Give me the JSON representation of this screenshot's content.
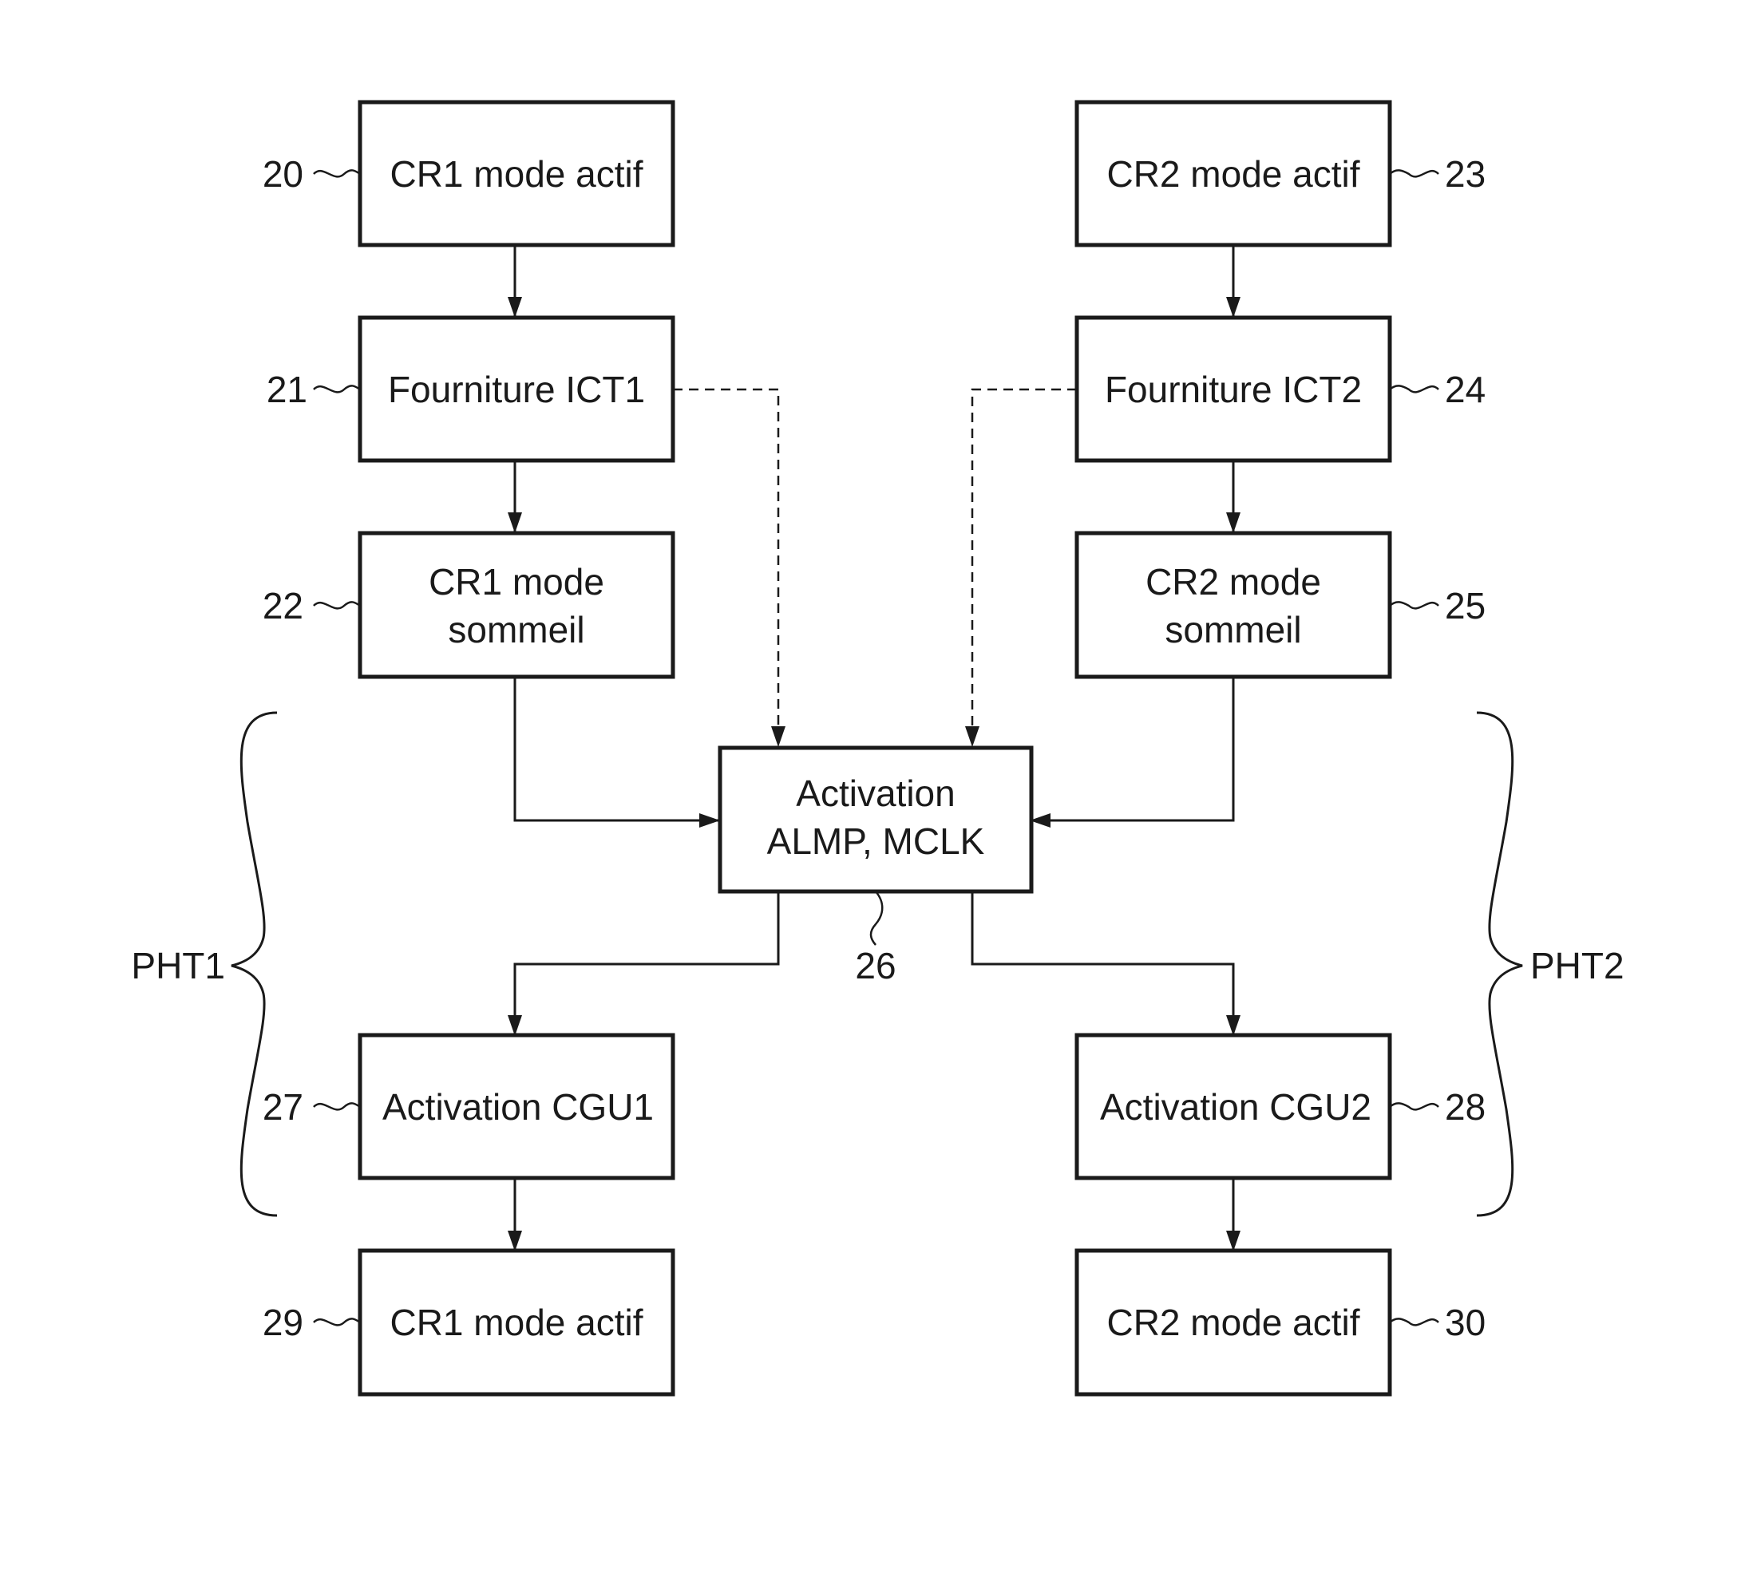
{
  "boxes": {
    "b20": {
      "ref": "20",
      "lines": [
        "CR1 mode actif"
      ]
    },
    "b21": {
      "ref": "21",
      "lines": [
        "Fourniture ICT1"
      ]
    },
    "b22": {
      "ref": "22",
      "lines": [
        "CR1 mode",
        "sommeil"
      ]
    },
    "b23": {
      "ref": "23",
      "lines": [
        "CR2 mode actif"
      ]
    },
    "b24": {
      "ref": "24",
      "lines": [
        "Fourniture ICT2"
      ]
    },
    "b25": {
      "ref": "25",
      "lines": [
        "CR2 mode",
        "sommeil"
      ]
    },
    "b26": {
      "ref": "26",
      "lines": [
        "Activation",
        "ALMP, MCLK"
      ]
    },
    "b27": {
      "ref": "27",
      "lines": [
        "Activation CGU1"
      ]
    },
    "b28": {
      "ref": "28",
      "lines": [
        "Activation CGU2"
      ]
    },
    "b29": {
      "ref": "29",
      "lines": [
        "CR1 mode actif"
      ]
    },
    "b30": {
      "ref": "30",
      "lines": [
        "CR2 mode actif"
      ]
    }
  },
  "braces": {
    "pht1": "PHT1",
    "pht2": "PHT2"
  },
  "colors": {
    "ink": "#1a1a1a",
    "background": "#ffffff"
  }
}
